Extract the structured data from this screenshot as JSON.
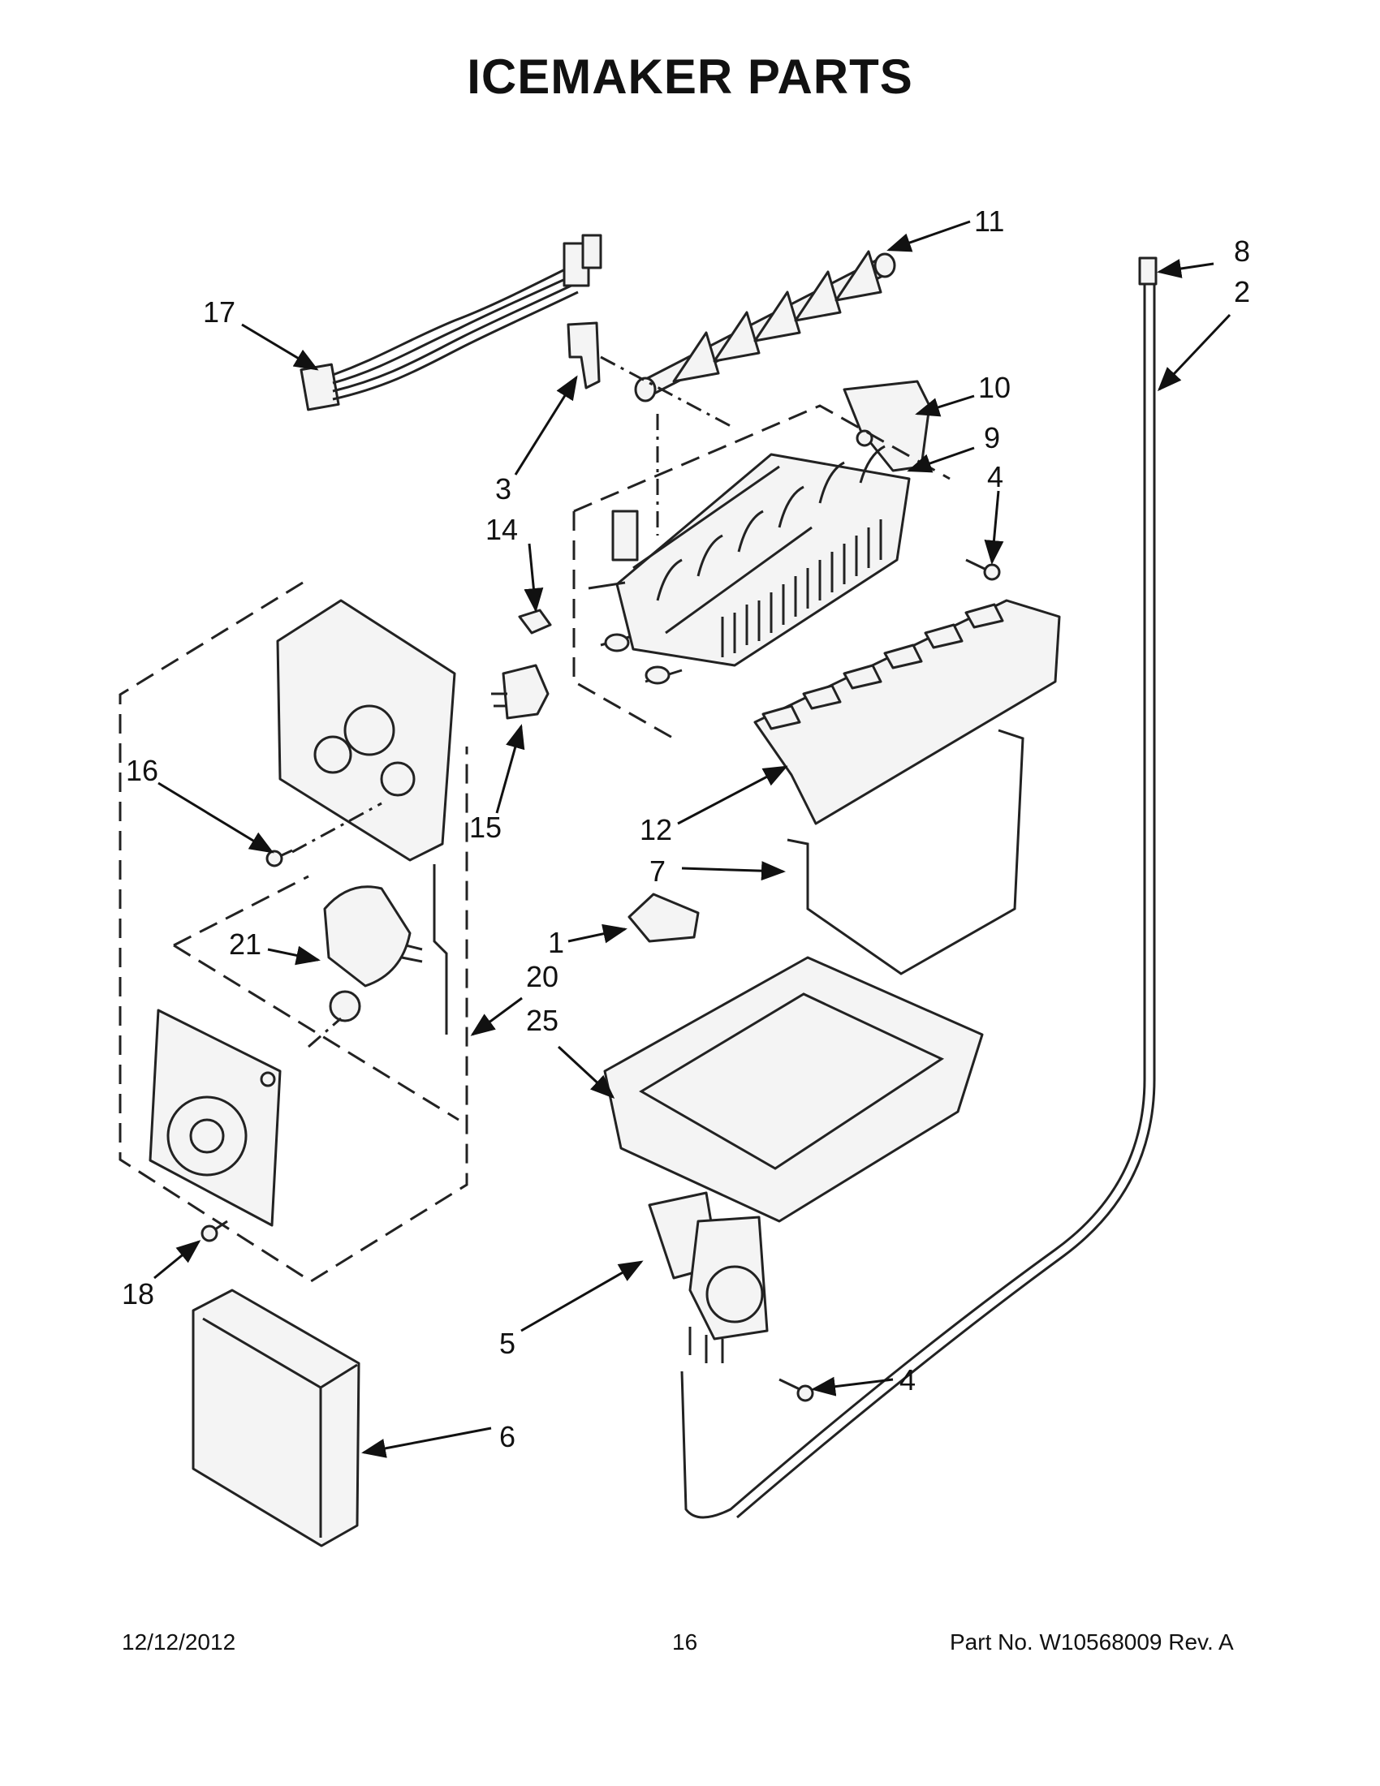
{
  "title": "ICEMAKER PARTS",
  "callouts": [
    "1",
    "2",
    "3",
    "4",
    "4",
    "5",
    "6",
    "7",
    "8",
    "9",
    "10",
    "11",
    "12",
    "14",
    "15",
    "16",
    "17",
    "18",
    "20",
    "21",
    "25"
  ],
  "footer": {
    "date": "12/12/2012",
    "page": "16",
    "part_no": "Part No.  W10568009  Rev.  A"
  }
}
